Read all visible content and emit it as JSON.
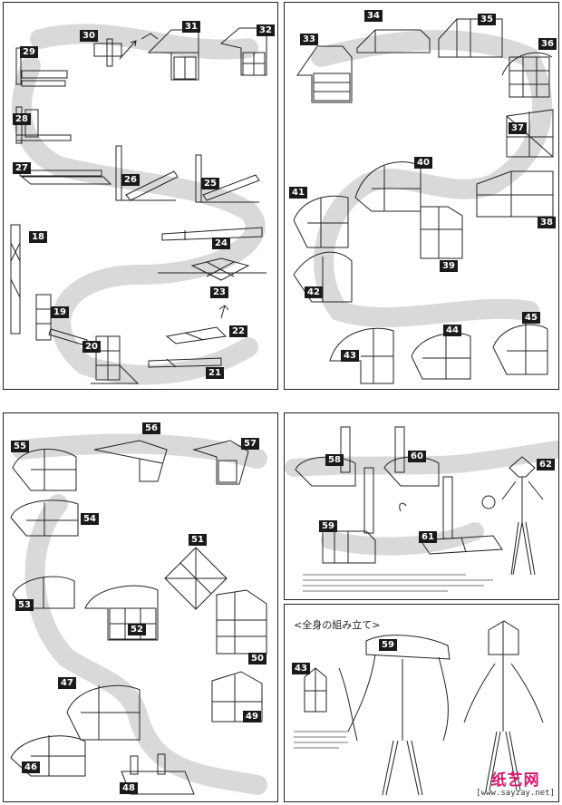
{
  "section": {
    "title": "<全身の組み立て>"
  },
  "watermark": {
    "brand": "纸艺网",
    "url": "[www.sayzay.net]"
  },
  "colors": {
    "ink": "#1a1a1a",
    "swoosh": "#d8d8d8",
    "brand": "#d8186e"
  },
  "panels": [
    {
      "id": "p1",
      "steps": [
        {
          "n": "29",
          "l": 18,
          "t": 48
        },
        {
          "n": "30",
          "l": 84,
          "t": 30
        },
        {
          "n": "31",
          "l": 197,
          "t": 20
        },
        {
          "n": "32",
          "l": 279,
          "t": 24
        },
        {
          "n": "28",
          "l": 10,
          "t": 122
        },
        {
          "n": "27",
          "l": 10,
          "t": 176
        },
        {
          "n": "26",
          "l": 130,
          "t": 189
        },
        {
          "n": "25",
          "l": 218,
          "t": 193
        },
        {
          "n": "18",
          "l": 28,
          "t": 252
        },
        {
          "n": "24",
          "l": 230,
          "t": 259
        },
        {
          "n": "23",
          "l": 228,
          "t": 313
        },
        {
          "n": "19",
          "l": 52,
          "t": 335
        },
        {
          "n": "22",
          "l": 249,
          "t": 356
        },
        {
          "n": "20",
          "l": 87,
          "t": 373
        },
        {
          "n": "21",
          "l": 223,
          "t": 402
        }
      ]
    },
    {
      "id": "p2",
      "steps": [
        {
          "n": "34",
          "l": 88,
          "t": 8
        },
        {
          "n": "35",
          "l": 213,
          "t": 12
        },
        {
          "n": "33",
          "l": 17,
          "t": 34
        },
        {
          "n": "36",
          "l": 280,
          "t": 39
        },
        {
          "n": "37",
          "l": 247,
          "t": 132
        },
        {
          "n": "40",
          "l": 143,
          "t": 170
        },
        {
          "n": "41",
          "l": 5,
          "t": 203
        },
        {
          "n": "38",
          "l": 279,
          "t": 236
        },
        {
          "n": "39",
          "l": 171,
          "t": 284
        },
        {
          "n": "42",
          "l": 22,
          "t": 313
        },
        {
          "n": "45",
          "l": 262,
          "t": 341
        },
        {
          "n": "44",
          "l": 175,
          "t": 355
        },
        {
          "n": "43",
          "l": 62,
          "t": 383
        }
      ]
    },
    {
      "id": "p3",
      "steps": [
        {
          "n": "56",
          "l": 153,
          "t": 10
        },
        {
          "n": "55",
          "l": 8,
          "t": 30
        },
        {
          "n": "57",
          "l": 262,
          "t": 27
        },
        {
          "n": "54",
          "l": 85,
          "t": 110
        },
        {
          "n": "51",
          "l": 204,
          "t": 133
        },
        {
          "n": "53",
          "l": 13,
          "t": 205
        },
        {
          "n": "52",
          "l": 137,
          "t": 232
        },
        {
          "n": "50",
          "l": 270,
          "t": 264
        },
        {
          "n": "47",
          "l": 60,
          "t": 291
        },
        {
          "n": "49",
          "l": 264,
          "t": 328
        },
        {
          "n": "46",
          "l": 20,
          "t": 384
        },
        {
          "n": "48",
          "l": 128,
          "t": 407
        }
      ]
    },
    {
      "id": "p4",
      "steps": [
        {
          "n": "58",
          "l": 45,
          "t": 45
        },
        {
          "n": "60",
          "l": 136,
          "t": 41
        },
        {
          "n": "62",
          "l": 278,
          "t": 50
        },
        {
          "n": "59",
          "l": 38,
          "t": 118
        },
        {
          "n": "61",
          "l": 148,
          "t": 130
        }
      ]
    },
    {
      "id": "p5",
      "steps": [
        {
          "n": "59",
          "l": 104,
          "t": 38
        },
        {
          "n": "43",
          "l": 8,
          "t": 64
        }
      ]
    }
  ]
}
